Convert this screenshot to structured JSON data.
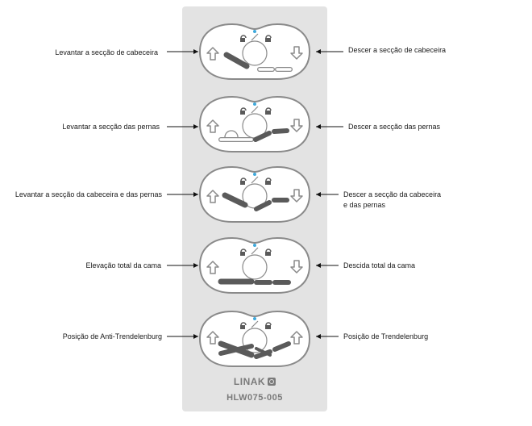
{
  "functions": [
    {
      "left": "Levantar a secção de cabeceira",
      "right": "Descer a secção de cabeceira"
    },
    {
      "left": "Levantar a secção das pernas",
      "right": "Descer a secção das pernas"
    },
    {
      "left": "Levantar a secção da cabeceira e das pernas",
      "right": "Descer a secção da cabeceira\ne das pernas"
    },
    {
      "left": "Elevação total da cama",
      "right": "Descida total da cama"
    },
    {
      "left": "Posição de Anti-Trendelenburg",
      "right": "Posição de Trendelenburg"
    }
  ],
  "brand": "LINAK",
  "model": "HLW075-005",
  "colors": {
    "panel": "#e3e3e3",
    "outline": "#8a8a8a",
    "icon": "#5a5a5a",
    "led": "#3fa9dc"
  }
}
